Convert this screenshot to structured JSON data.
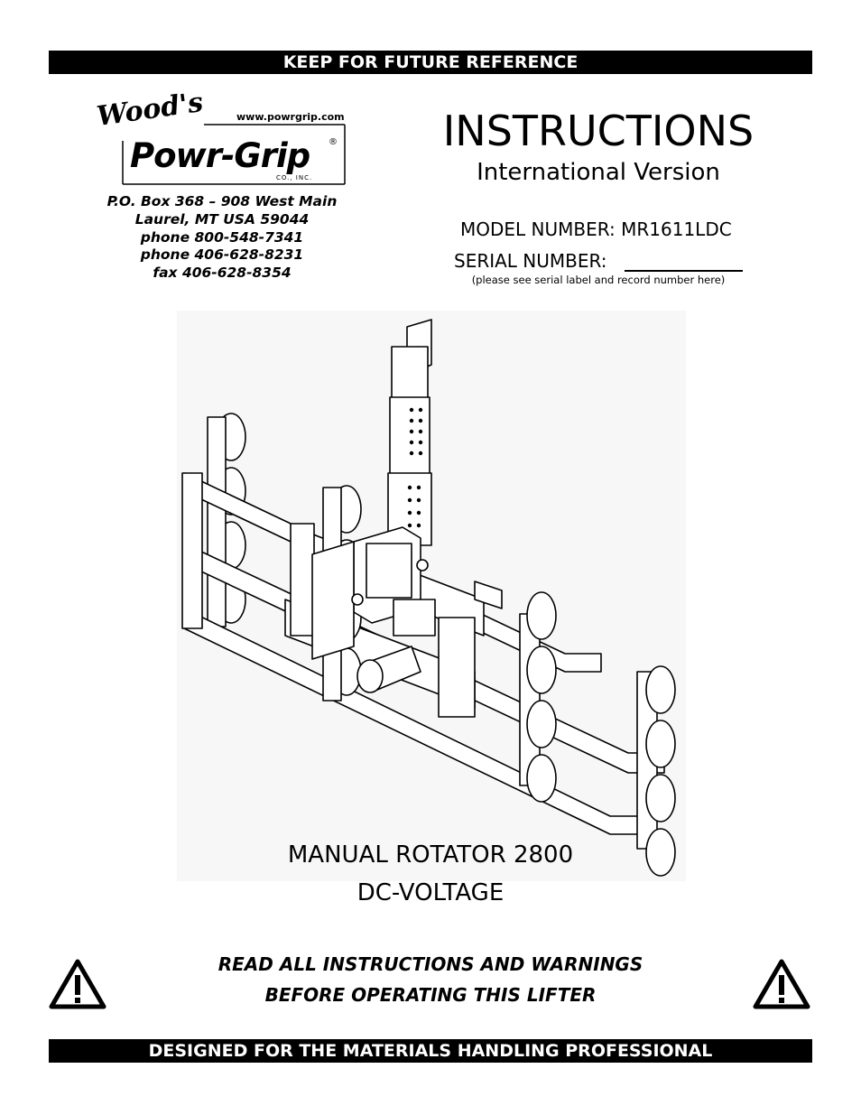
{
  "header": {
    "banner": "KEEP FOR FUTURE REFERENCE"
  },
  "logo": {
    "brand_script": "Wood's",
    "brand_name": "Powr-Grip",
    "registered": "®",
    "company_suffix": "CO., INC.",
    "url": "www.powrgrip.com"
  },
  "address": {
    "line1": "P.O. Box 368 – 908 West Main",
    "line2": "Laurel, MT  USA  59044",
    "line3": "phone  800-548-7341",
    "line4": "phone  406-628-8231",
    "line5": "fax  406-628-8354"
  },
  "document": {
    "title": "INSTRUCTIONS",
    "subtitle": "International Version",
    "model_line": "MODEL NUMBER:   MR1611LDC",
    "serial_label": "SERIAL NUMBER:",
    "serial_note": "(please see serial label and record number here)"
  },
  "product": {
    "name": "MANUAL ROTATOR 2800",
    "voltage": "DC-VOLTAGE"
  },
  "warning": {
    "line1": "READ ALL INSTRUCTIONS AND WARNINGS",
    "line2": "BEFORE OPERATING THIS LIFTER",
    "icon": "warning-triangle-icon"
  },
  "footer": {
    "banner": "DESIGNED FOR THE MATERIALS HANDLING PROFESSIONAL"
  }
}
